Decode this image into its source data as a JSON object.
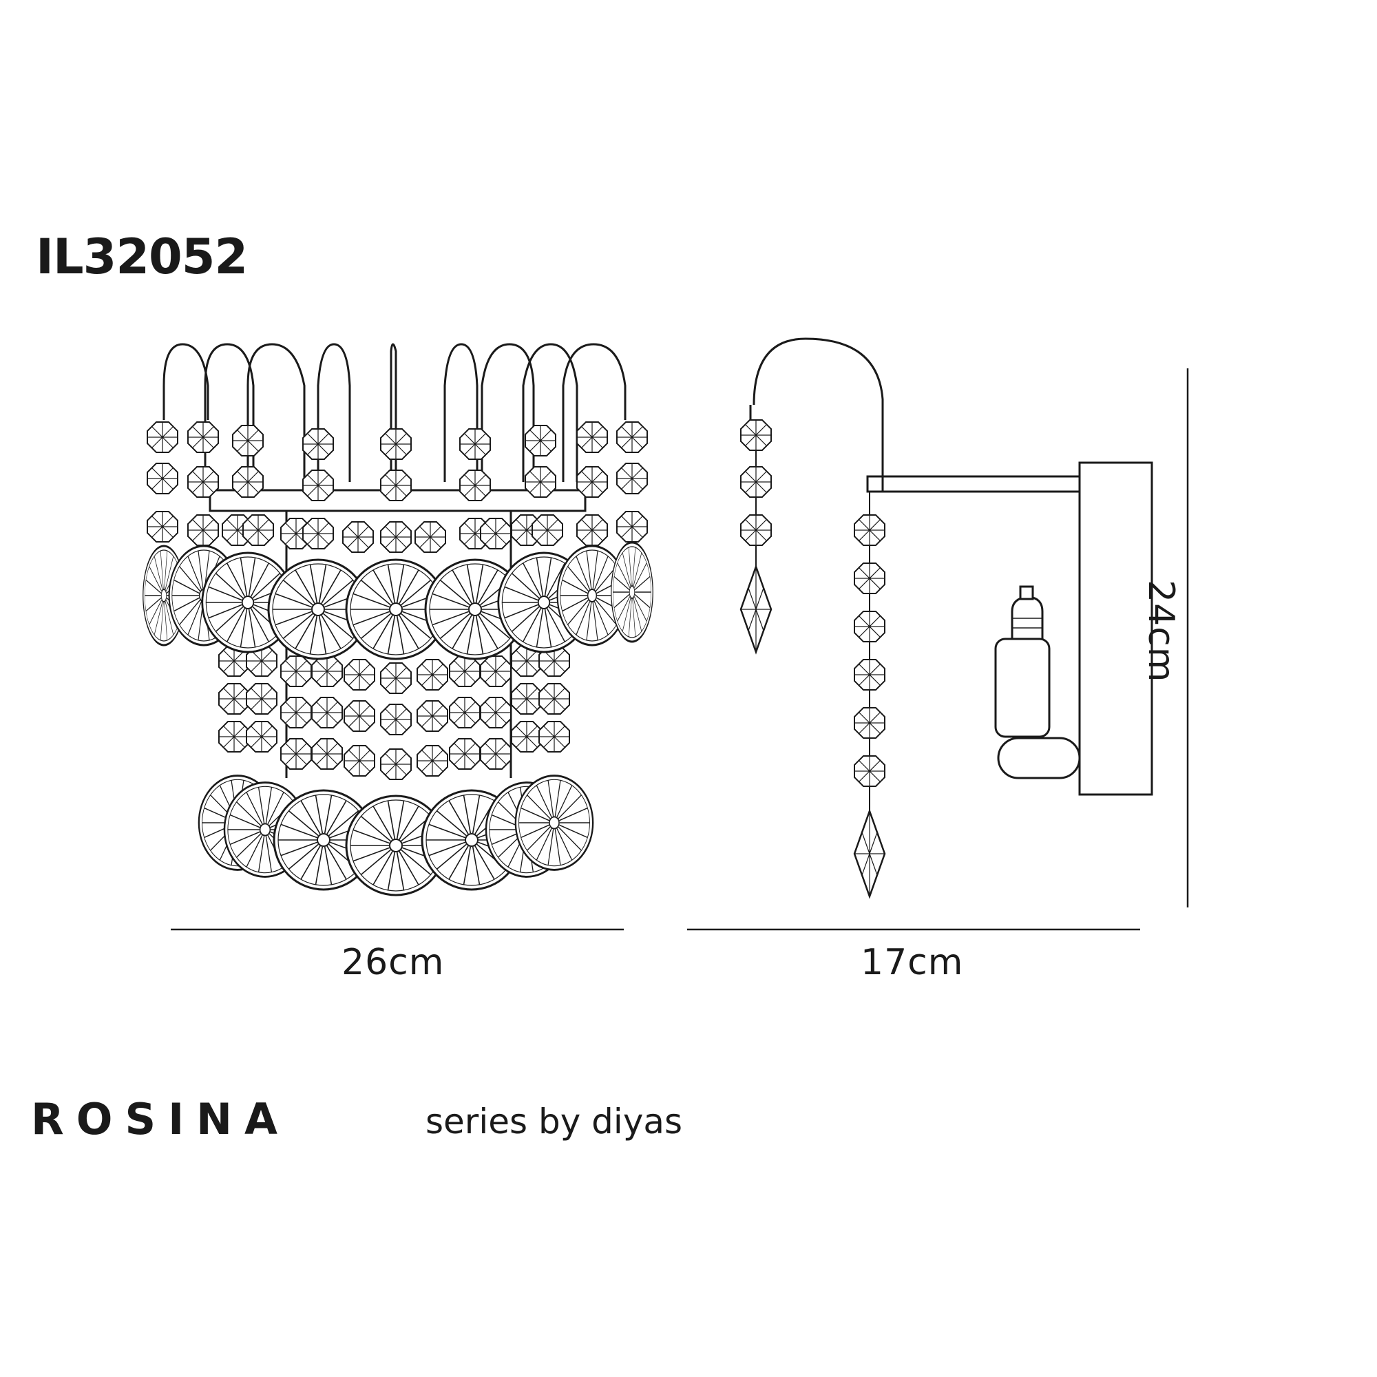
{
  "product": {
    "code": "IL32052"
  },
  "dimensions": {
    "width": "26cm",
    "depth": "17cm",
    "height": "24cm"
  },
  "series": {
    "name": "ROSINA",
    "tagline": "series by diyas"
  },
  "colors": {
    "line": "#1a1a1a",
    "background": "#ffffff"
  }
}
